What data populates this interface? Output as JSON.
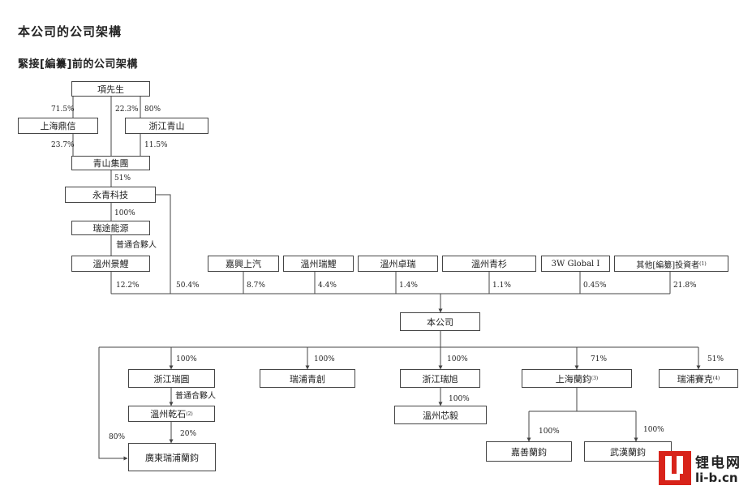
{
  "page": {
    "heading": "本公司的公司架構",
    "subheading": "緊接[編纂]前的公司架構"
  },
  "nodes": {
    "mr_xiang": "項先生",
    "shanghai_dingxin": "上海鼎信",
    "zhejiang_qingshan": "浙江青山",
    "qingshan_group": "青山集團",
    "yongqing_tech": "永青科技",
    "ruitu_energy": "瑞途能源",
    "wenzhou_jingli": "溫州景鯉",
    "jiaxing_saic": "嘉興上汽",
    "wenzhou_ruili": "溫州瑞鯉",
    "wenzhou_zhuorui": "溫州卓瑞",
    "wenzhou_qingshan": "溫州青杉",
    "w3_global": "3W Global I",
    "other_investors": "其他[編纂]投資者",
    "company": "本公司",
    "zhejiang_ruiyuan": "浙江瑞圓",
    "ruipu_qingchuang": "瑞浦青創",
    "zhejiang_ruixu": "浙江瑞旭",
    "shanghai_lanjun": "上海蘭鈞",
    "ruipu_saike": "瑞浦賽克",
    "wenzhou_qianshi": "溫州乾石",
    "wenzhou_xinyi": "溫州芯毅",
    "guangdong_ruipu_lanjun": "廣東瑞浦蘭鈞",
    "jiashan_lanjun": "嘉善蘭鈞",
    "wuhan_lanjun": "武漢蘭鈞"
  },
  "footnotes": {
    "other_investors": "(1)",
    "wenzhou_qianshi": "(2)",
    "shanghai_lanjun": "(3)",
    "ruipu_saike": "(4)"
  },
  "labels": {
    "xiang_dingxin": "71.5%",
    "xiang_group": "22.3%",
    "xiang_qingshan": "80%",
    "dingxin_group": "23.7%",
    "qingshan_group": "11.5%",
    "group_yongqing": "51%",
    "yongqing_ruitu": "100%",
    "gp_1": "普通合夥人",
    "jingli_pct": "12.2%",
    "yongqing_pct": "50.4%",
    "saic_pct": "8.7%",
    "ruili_pct": "4.4%",
    "zhuorui_pct": "1.4%",
    "qingshan_pct": "1.1%",
    "w3_pct": "0.45%",
    "other_pct": "21.8%",
    "ruiyuan_pct": "100%",
    "qingchuang_pct": "100%",
    "ruixu_pct": "100%",
    "lanjun_pct": "71%",
    "saike_pct": "51%",
    "gp_2": "普通合夥人",
    "qianshi_guangdong": "20%",
    "company_guangdong": "80%",
    "ruixu_xinyi": "100%",
    "jiashan_pct": "100%",
    "wuhan_pct": "100%"
  },
  "watermark": {
    "cn": "锂电网",
    "en": "li-b.cn",
    "brand_color": "#d8231a"
  }
}
